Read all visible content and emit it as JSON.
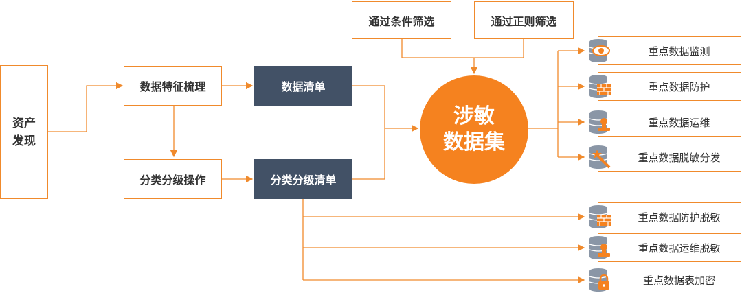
{
  "nodes": {
    "asset_discovery": [
      "资产",
      "发现"
    ],
    "feature_sorting": "数据特征梳理",
    "data_list": "数据清单",
    "classify_operation": "分类分级操作",
    "classify_list": "分类分级清单",
    "filter_condition": "通过条件筛选",
    "filter_regex": "通过正则筛选",
    "sensitive_set": [
      "涉敏",
      "数据集"
    ]
  },
  "outputs": [
    {
      "label": "重点数据监测",
      "icon": "eye-database-icon"
    },
    {
      "label": "重点数据防护",
      "icon": "firewall-database-icon"
    },
    {
      "label": "重点数据运维",
      "icon": "stamp-database-icon"
    },
    {
      "label": "重点数据脱敏分发",
      "icon": "magic-wand-database-icon"
    },
    {
      "label": "重点数据防护脱敏",
      "icon": "firewall-database-icon"
    },
    {
      "label": "重点数据运维脱敏",
      "icon": "stamp-database-icon"
    },
    {
      "label": "重点数据表加密",
      "icon": "lock-database-icon"
    }
  ],
  "colors": {
    "accent": "#f5821f",
    "line": "#f08a2c",
    "dark": "#425166",
    "icon_gray": "#8a96a6"
  }
}
